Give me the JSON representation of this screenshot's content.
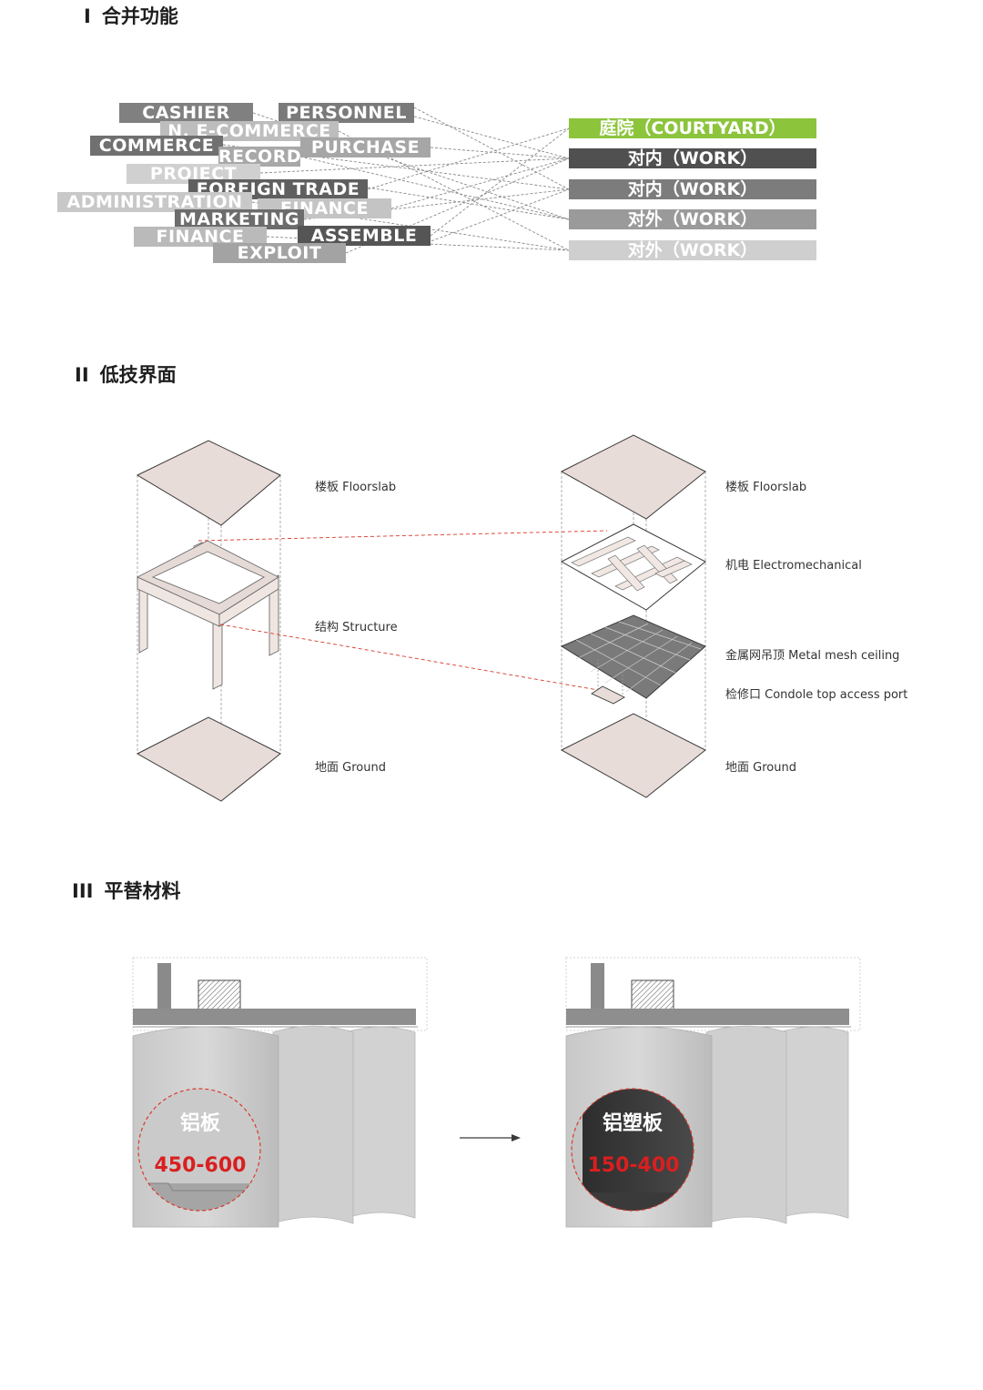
{
  "sections": [
    {
      "num": "I",
      "title": "合并功能"
    },
    {
      "num": "II",
      "title": "低技界面"
    },
    {
      "num": "III",
      "title": "平替材料"
    }
  ],
  "functions": [
    {
      "label": "CASHIER",
      "color": "#808080"
    },
    {
      "label": "PERSONNEL",
      "color": "#7a7a7a"
    },
    {
      "label": "N. E-COMMERCE",
      "color": "#bdbdbd"
    },
    {
      "label": "COMMERCE",
      "color": "#707070"
    },
    {
      "label": "RECORD",
      "color": "#a8a8a8"
    },
    {
      "label": "PURCHASE",
      "color": "#a6a6a6"
    },
    {
      "label": "PROJECT",
      "color": "#d0d0d0"
    },
    {
      "label": "FOREIGN TRADE",
      "color": "#5f5f5f"
    },
    {
      "label": "ADMINISTRATION",
      "color": "#c8c8c8"
    },
    {
      "label": "FINANCE",
      "color": "#c4c4c4"
    },
    {
      "label": "MARKETING",
      "color": "#6c6c6c"
    },
    {
      "label": "FINANCE",
      "color": "#bababa"
    },
    {
      "label": "ASSEMBLE",
      "color": "#555555"
    },
    {
      "label": "EXPLOIT",
      "color": "#a3a3a3"
    }
  ],
  "targets": [
    {
      "label": "庭院（COURTYARD）",
      "color": "#8cc43c"
    },
    {
      "label": "对内（WORK）",
      "color": "#505050"
    },
    {
      "label": "对内（WORK）",
      "color": "#7c7c7c"
    },
    {
      "label": "对外（WORK）",
      "color": "#9a9a9a"
    },
    {
      "label": "对外（WORK）",
      "color": "#cfcfcf"
    }
  ],
  "left_labels": {
    "floorslab": "楼板  Floorslab",
    "structure": "结构  Structure",
    "ground": "地面  Ground"
  },
  "right_labels": {
    "floorslab": "楼板  Floorslab",
    "electromechanical": "机电  Electromechanical",
    "ceiling": "金属网吊顶  Metal mesh ceiling",
    "access": "检修口  Condole top access port",
    "ground": "地面  Ground"
  },
  "materials": {
    "left_name": "铝板",
    "left_range": "450-600",
    "right_name": "铝塑板",
    "right_range": "150-400",
    "range_color": "#d91f1f"
  },
  "colors": {
    "slab": "#e8dcd8",
    "accent_red": "#d93a2a"
  }
}
